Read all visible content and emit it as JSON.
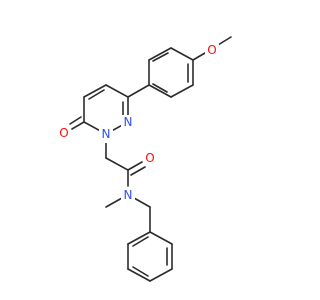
{
  "molecule": {
    "atoms": {
      "methoxy_o": "O",
      "carbonyl_o_ring": "O",
      "ring_n1": "N",
      "ring_n2": "N",
      "amide_o": "O",
      "amide_n": "N"
    }
  },
  "colors": {
    "bond": "#2b2b2b",
    "oxygen": "#ff0d0d",
    "nitrogen": "#3050f8"
  }
}
